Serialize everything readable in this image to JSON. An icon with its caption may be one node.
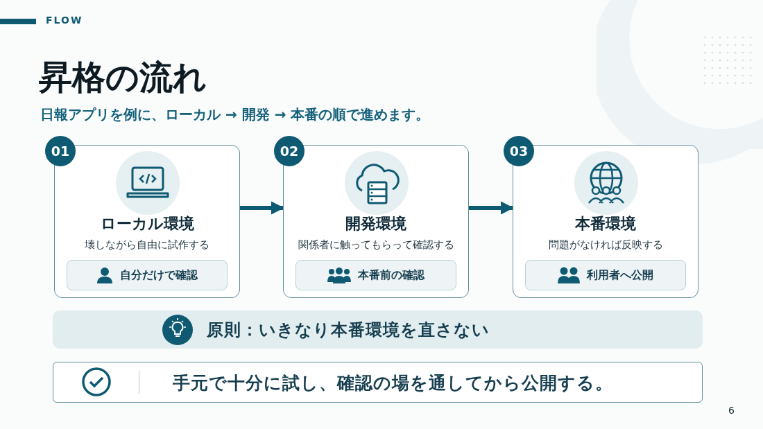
{
  "diagram": {
    "title": "昇格の流れ",
    "nodes": [
      {
        "text": [
          "01",
          "ローカル環境",
          "壊しながら自由に試作する"
        ]
      },
      {
        "text": [
          "自分だけで確認"
        ],
        "in": 0
      },
      {
        "text": [
          "02",
          "開発環境",
          "関係者に触ってもらって確認する"
        ]
      },
      {
        "text": [
          "本番前の確認"
        ],
        "in": 2
      },
      {
        "text": [
          "03",
          "本番環境",
          "問題がなければ反映する"
        ]
      },
      {
        "text": [
          "利用者へ公開"
        ],
        "in": 4
      },
      {
        "text": [
          "原則：いきなり本番環境を直さない"
        ]
      },
      {
        "text": [
          "手元で十分に試し、確認の場を通してから公開する。"
        ]
      }
    ],
    "edges": [
      {
        "from": 0,
        "to": 2,
        "arrow": "to"
      },
      {
        "from": 2,
        "to": 4,
        "arrow": "to"
      }
    ],
    "labels": [
      "FLOW",
      "日報アプリを例に、ローカル → 開発 → 本番の順で進めます。",
      "6"
    ]
  }
}
